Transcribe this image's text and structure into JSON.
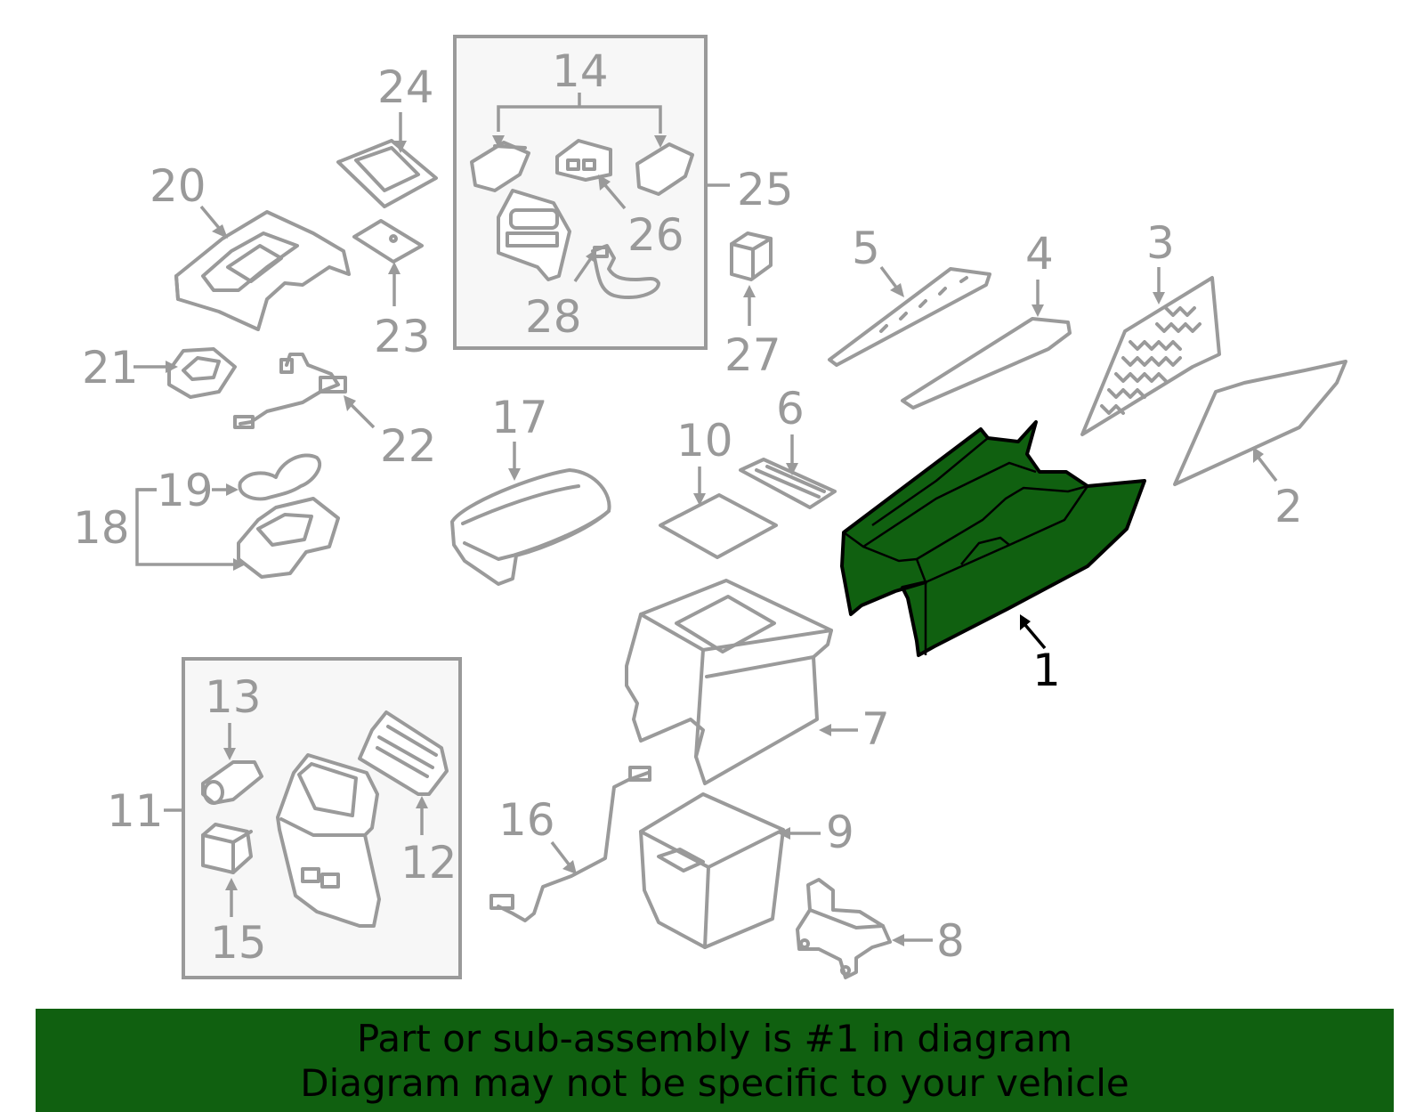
{
  "callouts": {
    "c1": "1",
    "c2": "2",
    "c3": "3",
    "c4": "4",
    "c5": "5",
    "c6": "6",
    "c7": "7",
    "c8": "8",
    "c9": "9",
    "c10": "10",
    "c11": "11",
    "c12": "12",
    "c13": "13",
    "c14": "14",
    "c15": "15",
    "c16": "16",
    "c17": "17",
    "c18": "18",
    "c19": "19",
    "c20": "20",
    "c21": "21",
    "c22": "22",
    "c23": "23",
    "c24": "24",
    "c25": "25",
    "c26": "26",
    "c27": "27",
    "c28": "28"
  },
  "highlighted_part": "1",
  "colors": {
    "highlight": "#106010",
    "parts": "#9a9a9a",
    "labels": "#999999",
    "background": "#ffffff"
  },
  "banner": {
    "line1": "Part or sub-assembly is #1 in diagram",
    "line2": "Diagram may not be specific to your vehicle"
  }
}
